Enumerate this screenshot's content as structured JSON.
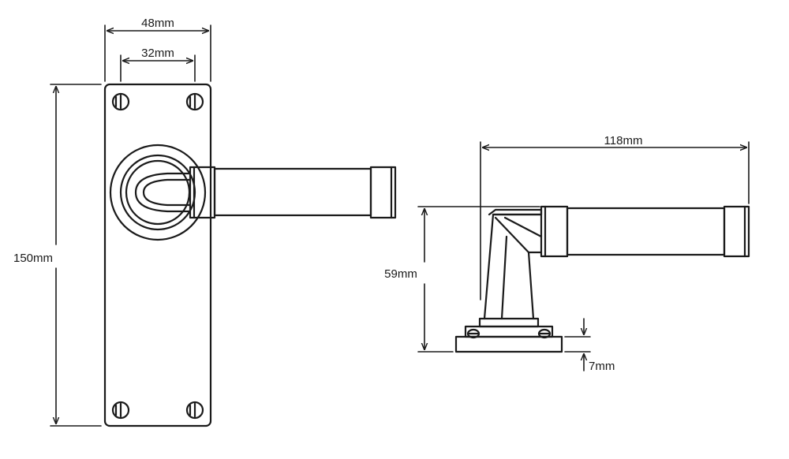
{
  "dimensions": {
    "plate_width": "48mm",
    "fixing_centres": "32mm",
    "plate_height": "150mm",
    "lever_projection": "118mm",
    "overall_height": "59mm",
    "rose_thickness": "7mm"
  },
  "colors": {
    "line": "#1a1a1a",
    "background": "#ffffff"
  }
}
